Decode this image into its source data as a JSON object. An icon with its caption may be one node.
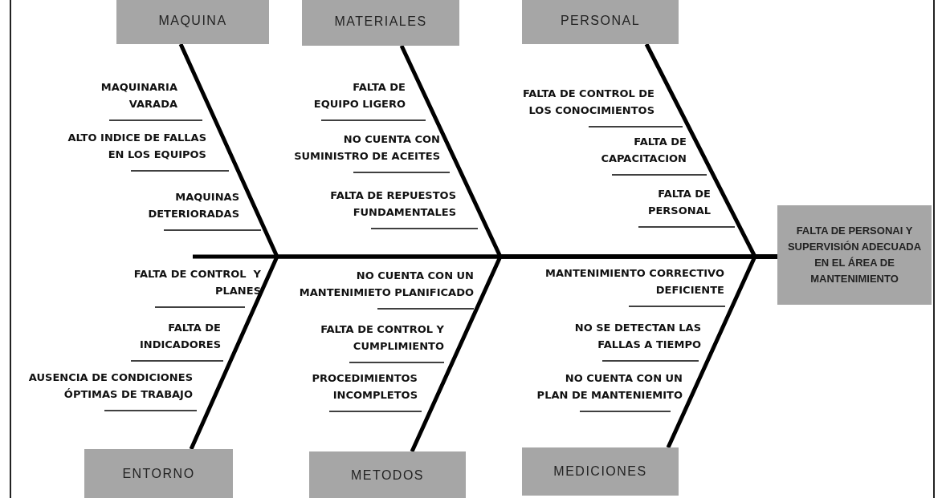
{
  "diagram": {
    "nodes": [
      {
        "text": [
          "MAQUINA"
        ]
      },
      {
        "text": [
          "MATERIALES"
        ]
      },
      {
        "text": [
          "PERSONAL"
        ]
      },
      {
        "text": [
          "ENTORNO"
        ]
      },
      {
        "text": [
          "METODOS"
        ]
      },
      {
        "text": [
          "MEDICIONES"
        ]
      },
      {
        "text": [
          "FALTA DE PERSONAI Y SUPERVISIÓN ADECUADA EN EL ÁREA DE MANTENIMIENTO"
        ]
      }
    ],
    "edges": [
      {
        "from": 0,
        "to": 6,
        "arrow": "none"
      },
      {
        "from": 1,
        "to": 6,
        "arrow": "none"
      },
      {
        "from": 2,
        "to": 6,
        "arrow": "none"
      },
      {
        "from": 3,
        "to": 6,
        "arrow": "none"
      },
      {
        "from": 4,
        "to": 6,
        "arrow": "none"
      },
      {
        "from": 5,
        "to": 6,
        "arrow": "none"
      }
    ],
    "labels": [
      "MAQUINARIA VARADA",
      "ALTO INDICE DE FALLAS EN LOS EQUIPOS",
      "MAQUINAS DETERIORADAS",
      "FALTA DE EQUIPO LIGERO",
      "NO CUENTA CON SUMINISTRO DE ACEITES",
      "FALTA DE REPUESTOS FUNDAMENTALES",
      "FALTA DE CONTROL DE LOS CONOCIMIENTOS",
      "FALTA DE CAPACITACION",
      "FALTA DE PERSONAL",
      "FALTA DE CONTROL  Y PLANES",
      "FALTA DE INDICADORES",
      "AUSENCIA DE CONDICIONES ÓPTIMAS DE TRABAJO",
      "NO CUENTA CON UN MANTENIMIETO PLANIFICADO",
      "FALTA DE CONTROL Y CUMPLIMIENTO",
      "PROCEDIMIENTOS INCOMPLETOS",
      "MANTENIMIENTO CORRECTIVO DEFICIENTE",
      "NO SE DETECTAN LAS FALLAS A TIEMPO",
      "NO CUENTA CON UN PLAN DE MANTENIEMITO"
    ]
  }
}
